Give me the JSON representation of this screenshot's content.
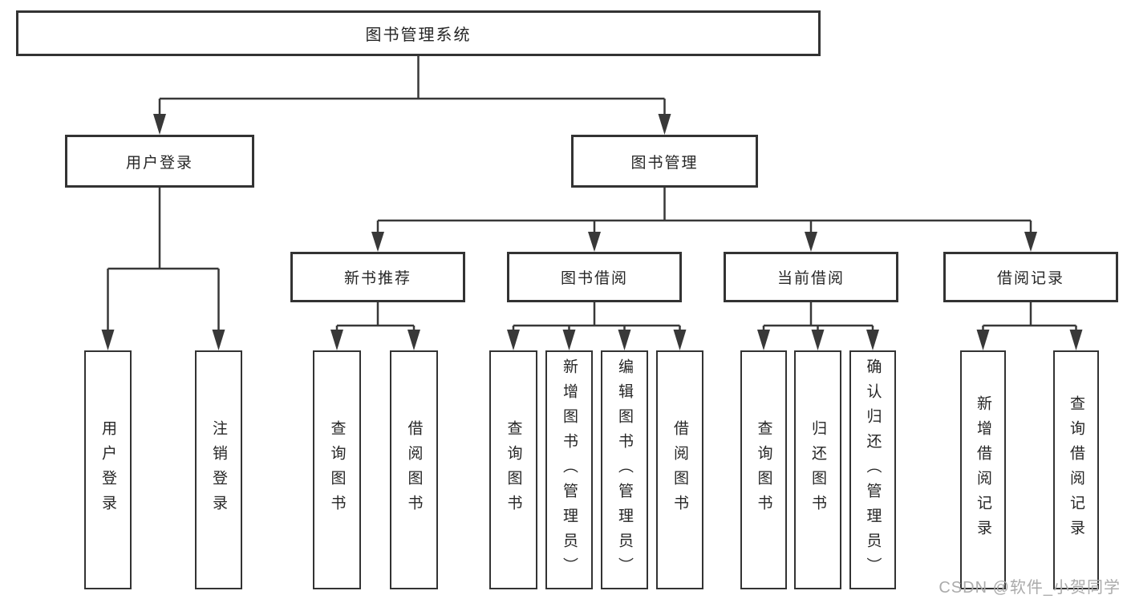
{
  "tree": {
    "root": {
      "label": "图书管理系统"
    },
    "branches": [
      {
        "label": "用户登录",
        "children": [
          {
            "label": "用户登录"
          },
          {
            "label": "注销登录"
          }
        ]
      },
      {
        "label": "图书管理",
        "children": [
          {
            "label": "新书推荐",
            "children": [
              {
                "label": "查询图书"
              },
              {
                "label": "借阅图书"
              }
            ]
          },
          {
            "label": "图书借阅",
            "children": [
              {
                "label": "查询图书"
              },
              {
                "label": "新增图书（管理员）"
              },
              {
                "label": "编辑图书（管理员）"
              },
              {
                "label": "借阅图书"
              }
            ]
          },
          {
            "label": "当前借阅",
            "children": [
              {
                "label": "查询图书"
              },
              {
                "label": "归还图书"
              },
              {
                "label": "确认归还（管理员）"
              }
            ]
          },
          {
            "label": "借阅记录",
            "children": [
              {
                "label": "新增借阅记录"
              },
              {
                "label": "查询借阅记录"
              }
            ]
          }
        ]
      }
    ]
  },
  "watermark": {
    "text": "CSDN @软件_小贺同学"
  },
  "colors": {
    "box_border": "#333333",
    "connector": "#383838",
    "text": "#262626",
    "watermark": "#ababab",
    "background": "#ffffff"
  }
}
